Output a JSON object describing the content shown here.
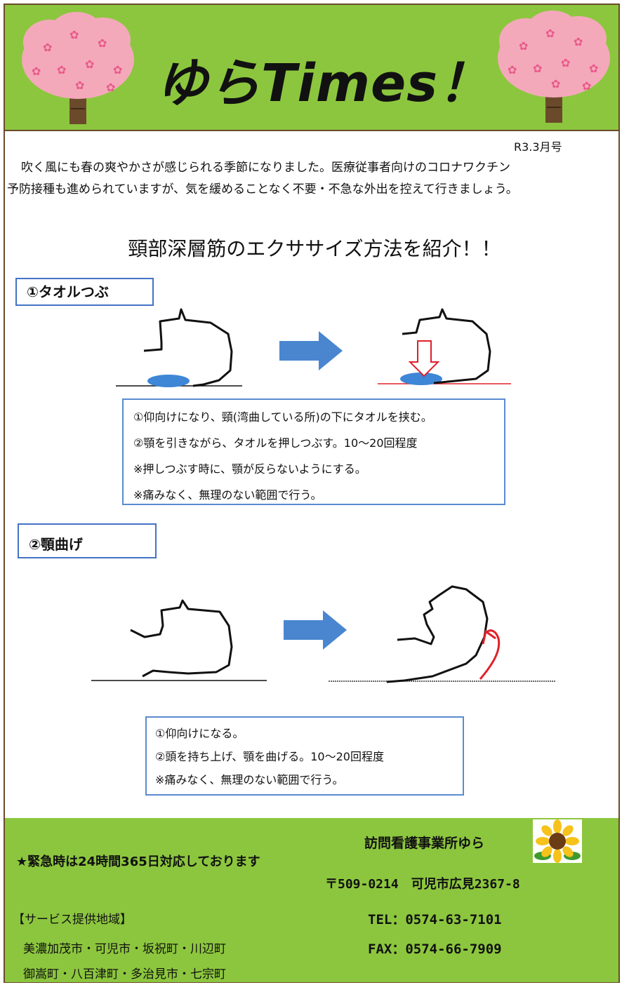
{
  "header": {
    "title": "ゆらTimes！",
    "issue": "R3.3月号"
  },
  "intro": [
    "吹く風にも春の爽やかさが感じられる季節になりました。医療従事者向けのコロナワクチン",
    "予防接種も進められていますが、気を緩めることなく不要・不急な外出を控えて行きましょう。"
  ],
  "headline": "頸部深層筋のエクササイズ方法を紹介！！",
  "section1": {
    "label": "①タオルつぶ",
    "notes": [
      "①仰向けになり、頸(湾曲している所)の下にタオルを挟む。",
      "②顎を引きながら、タオルを押しつぶす。10～20回程度",
      "※押しつぶす時に、顎が反らないようにする。",
      "※痛みなく、無理のない範囲で行う。"
    ]
  },
  "section2": {
    "label": "②顎曲げ",
    "notes": [
      "①仰向けになる。",
      "②頭を持ち上げ、顎を曲げる。10～20回程度",
      "※痛みなく、無理のない範囲で行う。"
    ]
  },
  "footer": {
    "emergency": "★緊急時は24時間365日対応しております",
    "office": "訪問看護事業所ゆら",
    "address": "〒509-0214　可児市広見2367-8",
    "tel": "TEL：0574-63-7101",
    "fax": "FAX：0574-66-7909",
    "area_title": "【サービス提供地域】",
    "area_line1": "美濃加茂市・可児市・坂祝町・川辺町",
    "area_line2": "御嵩町・八百津町・多治見市・七宗町"
  },
  "colors": {
    "header_green": "#8cc63e",
    "box_border": "#4472c4",
    "arrow_blue": "#4a86d0",
    "accent_red": "#e0202a"
  }
}
